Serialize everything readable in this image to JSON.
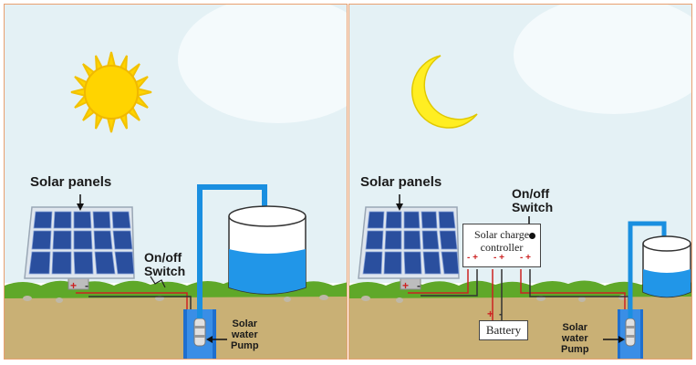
{
  "panels": [
    {
      "time": "day",
      "sky_object": "sun",
      "labels": {
        "solar_panels": "Solar panels",
        "switch_line1": "On/off",
        "switch_line2": "Switch",
        "pump_line1": "Solar",
        "pump_line2": "water",
        "pump_line3": "Pump"
      },
      "terminals": {
        "plus": "+",
        "minus": "-"
      },
      "tank_fill_fraction": 0.6
    },
    {
      "time": "night",
      "sky_object": "moon",
      "labels": {
        "solar_panels": "Solar panels",
        "switch_line1": "On/off",
        "switch_line2": "Switch",
        "controller_line1": "Solar charge",
        "controller_line2": "controller",
        "battery": "Battery",
        "pump_line1": "Solar",
        "pump_line2": "water",
        "pump_line3": "Pump"
      },
      "controller_terminals": [
        "- +",
        "- +",
        "- +"
      ],
      "terminals": {
        "plus": "+",
        "minus": "-"
      },
      "tank_fill_fraction": 0.45
    }
  ],
  "colors": {
    "sky": "#e6f2f6",
    "grass": "#5fa829",
    "soil": "#c9b075",
    "water": "#2196e8",
    "pipe": "#1a8fe0",
    "panel_cell": "#2a4f9e",
    "sun": "#ffd400",
    "moon": "#ffee22",
    "wire_positive": "#cc2222",
    "wire_negative": "#333333"
  }
}
